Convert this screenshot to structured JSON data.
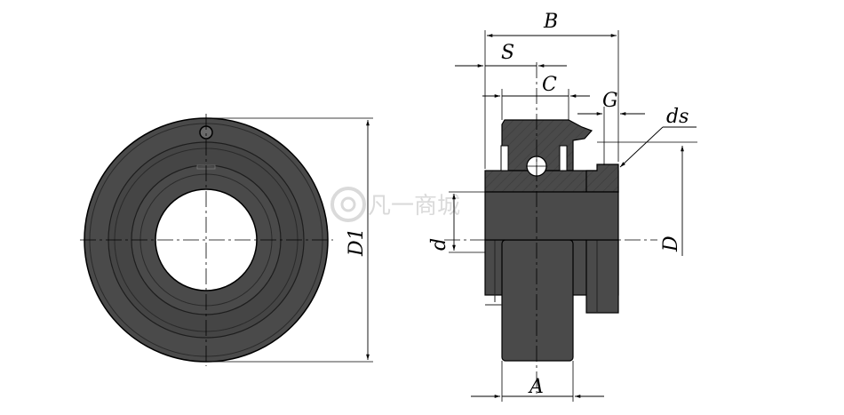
{
  "labels": {
    "B": "B",
    "S": "S",
    "C": "C",
    "G": "G",
    "ds": "ds",
    "d": "d",
    "D": "D",
    "D1": "D1",
    "A": "A"
  },
  "watermark": {
    "text": "凡一商城"
  },
  "colors": {
    "body": "#4a4a4a",
    "body_dark": "#2e2e2e",
    "line": "#000000",
    "watermark": "#d6d6d6"
  }
}
